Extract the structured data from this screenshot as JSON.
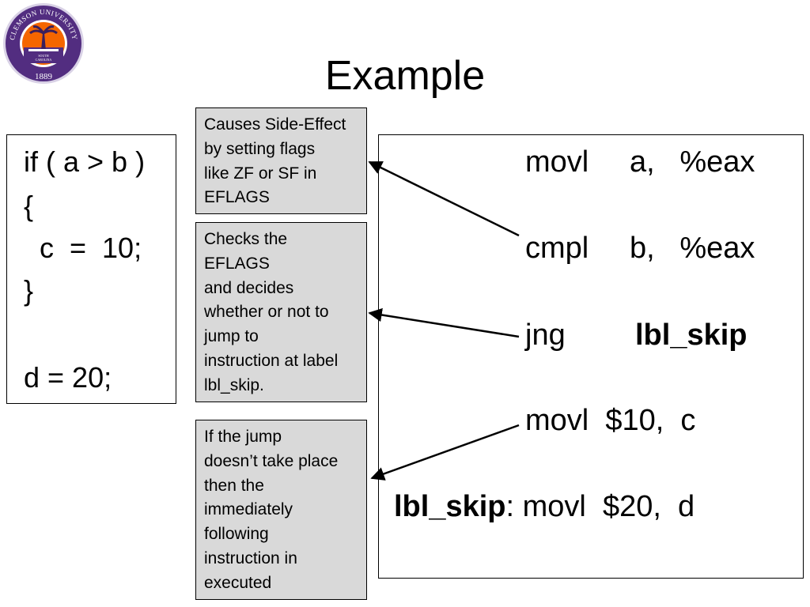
{
  "slide": {
    "title": "Example",
    "logo": {
      "top_text": "CLEMSON UNIVERSITY",
      "inner_text_1": "SOUTH",
      "inner_text_2": "CAROLINA",
      "year": "1889",
      "colors": {
        "purple": "#522D80",
        "orange": "#F56600"
      }
    }
  },
  "code": {
    "lines": [
      "if ( a > b )",
      "{",
      "  c  =  10;",
      "}",
      "d = 20;"
    ]
  },
  "notes": [
    {
      "lines": [
        "Causes Side-Effect",
        "by setting flags",
        "like ZF or SF in",
        "EFLAGS"
      ]
    },
    {
      "lines": [
        "Checks the",
        "EFLAGS",
        "and decides",
        "whether or not to",
        "jump to",
        "instruction at label",
        "lbl_skip."
      ]
    },
    {
      "lines": [
        "If the jump",
        "doesn’t take place",
        "then the",
        "immediately",
        "following",
        "instruction in",
        "executed"
      ]
    }
  ],
  "asm": {
    "line1": {
      "op": "movl",
      "args": "a,   %eax"
    },
    "line2": {
      "op": "cmpl",
      "args": "b,   %eax"
    },
    "line3": {
      "op": "jng",
      "args": "lbl_skip"
    },
    "line4": {
      "text": "movl  $10,  c"
    },
    "line5": {
      "label": "lbl_skip",
      "rest": ": movl  $20,  d"
    }
  }
}
